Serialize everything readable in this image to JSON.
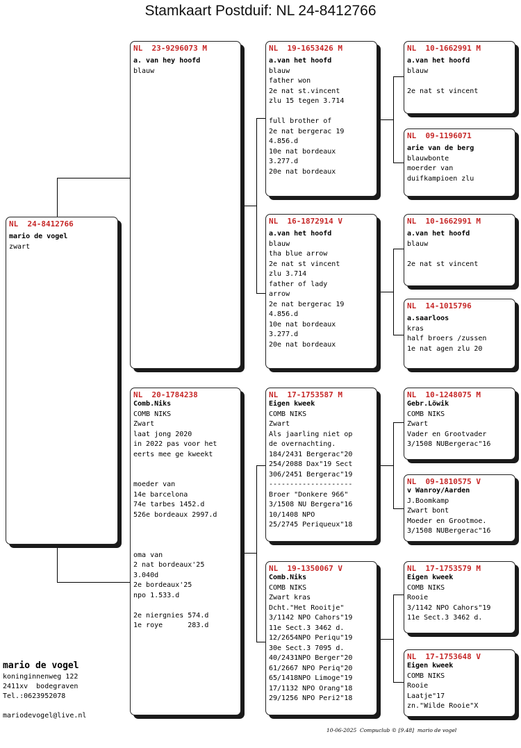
{
  "page_title": "Stamkaart Postduif: NL  24-8412766",
  "subject": {
    "ring": "NL  24-8412766",
    "name": "mario de vogel",
    "lines": [
      "zwart"
    ]
  },
  "father": {
    "ring": "NL  23-9296073 M",
    "name": "a. van hey hoofd",
    "lines": [
      "blauw"
    ]
  },
  "mother": {
    "ring": "NL  20-1784238",
    "name": "Comb.Niks",
    "lines": [
      "COMB NIKS",
      "Zwart",
      "laat jong 2020",
      "in 2022 pas voor het",
      "eerts mee ge kweekt",
      "",
      "",
      "moeder van",
      "14e barcelona",
      "74e tarbes 1452.d",
      "526e bordeaux 2997.d",
      "",
      "",
      "",
      "oma van",
      "2 nat bordeaux'25",
      "3.040d",
      "2e bordeaux'25",
      "npo 1.533.d",
      "",
      "2e niergnies 574.d",
      "1e roye      283.d"
    ]
  },
  "ff": {
    "ring": "NL  19-1653426 M",
    "name": "a.van het hoofd",
    "lines": [
      "blauw",
      "father won",
      "2e nat st.vincent",
      "zlu 15 tegen 3.714",
      "",
      "full brother of",
      "2e nat bergerac 19",
      "4.856.d",
      "10e nat bordeaux",
      "3.277.d",
      "20e nat bordeaux"
    ]
  },
  "fm": {
    "ring": "NL  16-1872914 V",
    "name": "a.van het hoofd",
    "lines": [
      "blauw",
      "tha blue arrow",
      "2e nat st vincent",
      "zlu 3.714",
      "father of lady",
      "arrow",
      "2e nat bergerac 19",
      "4.856.d",
      "10e nat bordeaux",
      "3.277.d",
      "20e nat bordeaux"
    ]
  },
  "mf": {
    "ring": "NL  17-1753587 M",
    "name": "Eigen kweek",
    "lines": [
      "COMB NIKS",
      "Zwart",
      "Als jaarling niet op",
      "de overnachting.",
      "184/2431 Bergerac\"20",
      "254/2088 Dax\"19 Sect",
      "306/2451 Bergerac\"19",
      "--------------------",
      "Broer \"Donkere 966\"",
      "3/1508 NU Bergera\"16",
      "10/1408 NPO",
      "25/2745 Periqueux\"18"
    ]
  },
  "mm": {
    "ring": "NL  19-1350067 V",
    "name": "Comb.Niks",
    "lines": [
      "COMB NIKS",
      "Zwart kras",
      "Dcht.\"Het Rooitje\"",
      "3/1142 NPO Cahors\"19",
      "11e Sect.3 3462 d.",
      "12/2654NPO Periqu\"19",
      "30e Sect.3 7095 d.",
      "40/2431NPO Berger\"20",
      "61/2667 NPO Periq\"20",
      "65/1418NPO Limoge\"19",
      "17/1132 NPO Orang\"18",
      "29/1256 NPO Peri2\"18"
    ]
  },
  "fff": {
    "ring": "NL  10-1662991 M",
    "name": "a.van het hoofd",
    "lines": [
      "blauw",
      "",
      "2e nat st vincent"
    ]
  },
  "ffm": {
    "ring": "NL  09-1196071",
    "name": "arie van de berg",
    "lines": [
      "blauwbonte",
      "moerder van",
      "duifkampioen zlu"
    ]
  },
  "fmf": {
    "ring": "NL  10-1662991 M",
    "name": "a.van het hoofd",
    "lines": [
      "blauw",
      "",
      "2e nat st vincent"
    ]
  },
  "fmm": {
    "ring": "NL  14-1015796",
    "name": "a.saarloos",
    "lines": [
      "kras",
      "half broers /zussen",
      "1e nat agen zlu 20"
    ]
  },
  "mff": {
    "ring": "NL  10-1248075 M",
    "name": "Gebr.Löwik",
    "lines": [
      "COMB NIKS",
      "Zwart",
      "Vader en Grootvader",
      "3/1508 NUBergerac\"16"
    ]
  },
  "mfm": {
    "ring": "NL  09-1810575 V",
    "name": "v Wanroy/Aarden",
    "lines": [
      "J.Boomkamp",
      "Zwart bont",
      "Moeder en Grootmoe.",
      "3/1508 NUBergerac\"16"
    ]
  },
  "mmf": {
    "ring": "NL  17-1753579 M",
    "name": "Eigen kweek",
    "lines": [
      "COMB NIKS",
      "Rooie",
      "3/1142 NPO Cahors\"19",
      "11e Sect.3 3462 d."
    ]
  },
  "mmm": {
    "ring": "NL  17-1753648 V",
    "name": "Eigen kweek",
    "lines": [
      "COMB NIKS",
      "Rooie",
      "Laatje\"17",
      "zn.\"Wilde Rooie\"X"
    ]
  },
  "owner": {
    "name": "mario de vogel",
    "lines": [
      "koninginnenweg 122",
      "2411xv  bodegraven",
      "Tel.:0623952078",
      "",
      "mariodevogel@live.nl"
    ]
  },
  "footer": "10-06-2025  Compuclub © [9.48]  mario de vogel"
}
